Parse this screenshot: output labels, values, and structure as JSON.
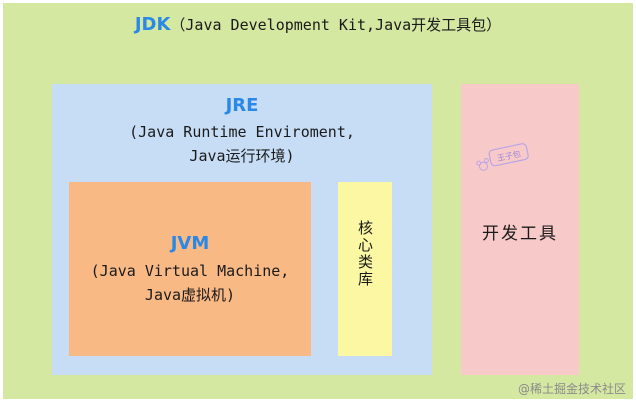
{
  "jdk": {
    "abbr": "JDK",
    "desc": "（Java Development Kit,Java开发工具包）"
  },
  "jre": {
    "abbr": "JRE",
    "desc_line1": "(Java Runtime Enviroment,",
    "desc_line2": "Java运行环境)"
  },
  "jvm": {
    "abbr": "JVM",
    "desc_line1": "(Java Virtual Machine,",
    "desc_line2": "Java虚拟机)"
  },
  "core_library": {
    "label": "核心类库"
  },
  "dev_tools": {
    "label": "开发工具"
  },
  "stamp": {
    "text": "王子包"
  },
  "watermark": {
    "text": "@稀土掘金技术社区"
  },
  "colors": {
    "jdk_bg": "#d5e8a2",
    "jre_bg": "#c6ddf5",
    "jvm_bg": "#f8b985",
    "core_bg": "#fbf7a2",
    "tools_bg": "#f8c9c9",
    "keyword": "#2a88e6"
  }
}
